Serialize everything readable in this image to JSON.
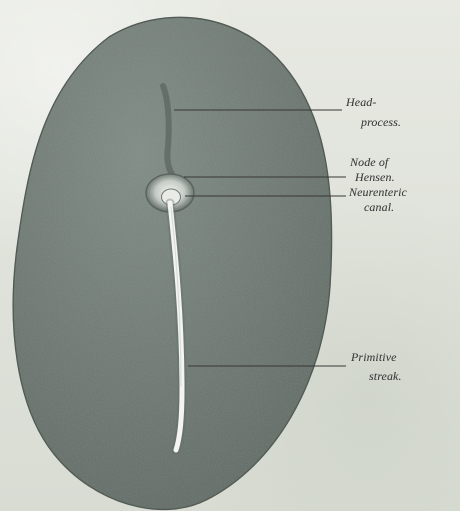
{
  "labels": {
    "head_process": {
      "line1": "Head-",
      "line2": "process."
    },
    "node_of_hensen": {
      "line1": "Node of",
      "line2": "Hensen."
    },
    "neurenteric_canal": {
      "line1": "Neurenteric",
      "line2": "canal."
    },
    "primitive_streak": {
      "line1": "Primitive",
      "line2": "streak."
    }
  }
}
